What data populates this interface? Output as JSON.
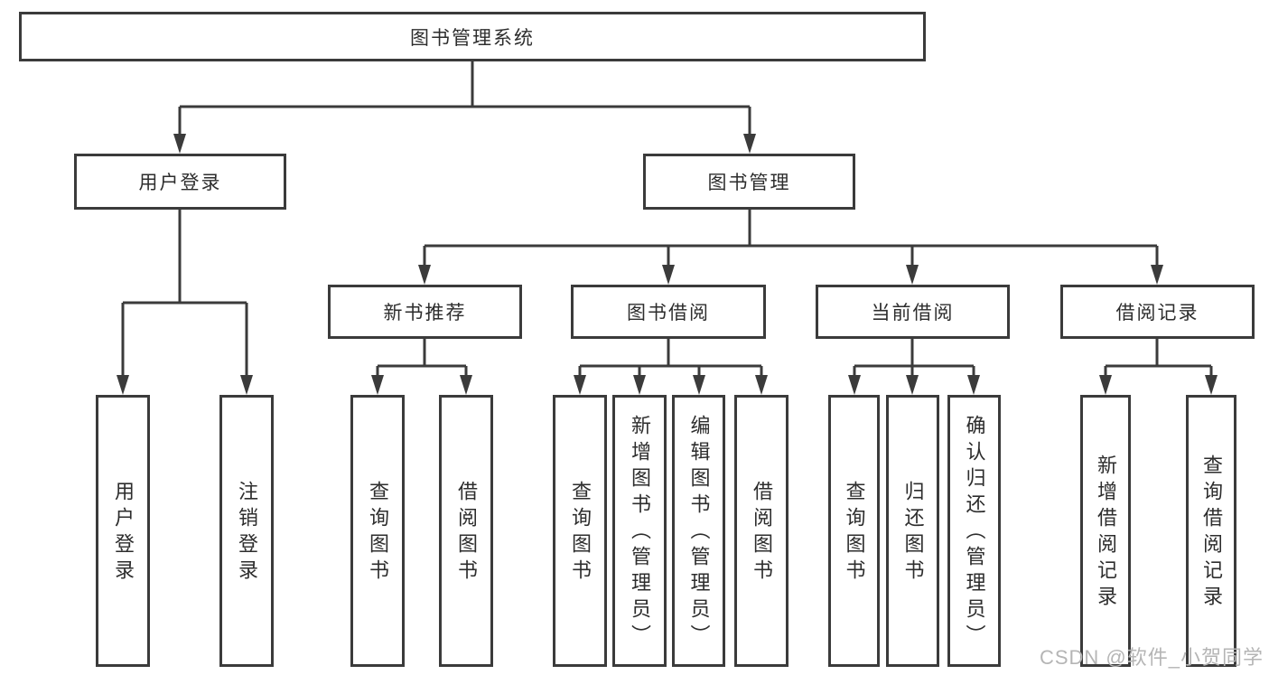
{
  "diagram": {
    "background": "#ffffff",
    "line_color": "#3b3b3b",
    "text_color": "#2d2d2d",
    "watermark": {
      "text": "CSDN @软件_小贺同学",
      "color": "#b5b5b5"
    },
    "tree": {
      "label": "图书管理系统",
      "children": [
        {
          "label": "用户登录",
          "children": [
            {
              "label": "用户登录"
            },
            {
              "label": "注销登录"
            }
          ]
        },
        {
          "label": "图书管理",
          "children": [
            {
              "label": "新书推荐",
              "children": [
                {
                  "label": "查询图书"
                },
                {
                  "label": "借阅图书"
                }
              ]
            },
            {
              "label": "图书借阅",
              "children": [
                {
                  "label": "查询图书"
                },
                {
                  "label": "新增图书（管理员）"
                },
                {
                  "label": "编辑图书（管理员）"
                },
                {
                  "label": "借阅图书"
                }
              ]
            },
            {
              "label": "当前借阅",
              "children": [
                {
                  "label": "查询图书"
                },
                {
                  "label": "归还图书"
                },
                {
                  "label": "确认归还（管理员）"
                }
              ]
            },
            {
              "label": "借阅记录",
              "children": [
                {
                  "label": "新增借阅记录"
                },
                {
                  "label": "查询借阅记录"
                }
              ]
            }
          ]
        }
      ]
    }
  }
}
